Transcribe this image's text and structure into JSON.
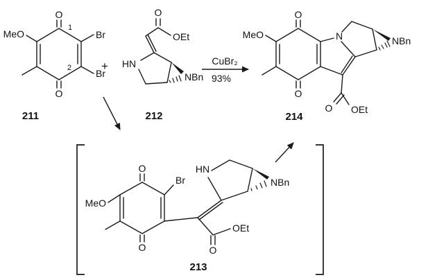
{
  "reaction": {
    "reagent": "CuBr₂",
    "yield_label": "93%"
  },
  "operators": {
    "plus": "+"
  },
  "compounds": {
    "c211": {
      "number": "211",
      "o_top": "O",
      "o_bottom": "O",
      "meo": "MeO",
      "br_upper": "Br",
      "br_lower": "Br",
      "locant_1": "1",
      "locant_2": "2"
    },
    "c212": {
      "number": "212",
      "o_top": "O",
      "oet": "OEt",
      "hn": "HN",
      "nbn": "NBn"
    },
    "c213": {
      "number": "213",
      "o_top": "O",
      "o_bottom": "O",
      "br": "Br",
      "meo": "MeO",
      "hn": "HN",
      "nbn": "NBn",
      "o_ester": "O",
      "oet": "OEt"
    },
    "c214": {
      "number": "214",
      "meo": "MeO",
      "o_top": "O",
      "o_bottom": "O",
      "n": "N",
      "nbn": "NBn",
      "o_ester": "O",
      "oet": "OEt"
    }
  }
}
